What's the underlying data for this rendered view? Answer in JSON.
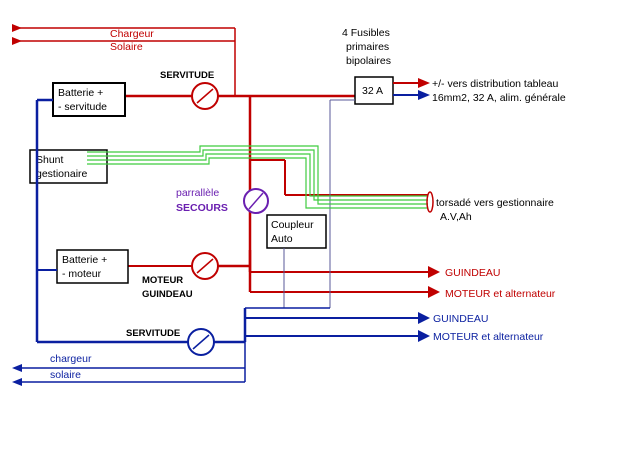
{
  "colors": {
    "red": "#c00000",
    "blue": "#0a1fa0",
    "green": "#3fcc3f",
    "purple": "#6a1fb0",
    "thin": "#5a5a9a",
    "black": "#000000"
  },
  "top_left": {
    "chargeur": "Chargeur",
    "solaire": "Solaire"
  },
  "fuses": {
    "title_line1": "4 Fusibles",
    "title_line2": "primaires",
    "title_line3": "bipolaires",
    "rating": "32 A"
  },
  "distribution": {
    "line1": "+/- vers distribution tableau",
    "line2": "16mm2, 32 A, alim. générale"
  },
  "battery_service": {
    "line1": "Batterie +",
    "line2": "- servitude"
  },
  "switch_servitude_top": "SERVITUDE",
  "shunt": {
    "line1": "Shunt",
    "line2": "gestionaire"
  },
  "parallel_switch": {
    "line1": "parrallèle",
    "line2": "SECOURS"
  },
  "coupler": {
    "line1": "Coupleur",
    "line2": "Auto"
  },
  "twisted_pair": {
    "line1": "torsadé vers gestionnaire",
    "line2": "A.V,Ah"
  },
  "battery_engine": {
    "line1": "Batterie +",
    "line2": "- moteur"
  },
  "switch_engine": {
    "line1": "MOTEUR",
    "line2": "GUINDEAU"
  },
  "outputs_red": {
    "guindeau": "GUINDEAU",
    "moteur": "MOTEUR et alternateur"
  },
  "outputs_blue": {
    "guindeau": "GUINDEAU",
    "moteur": "MOTEUR et alternateur"
  },
  "switch_servitude_bottom": "SERVITUDE",
  "bottom_left": {
    "chargeur": "chargeur",
    "solaire": "solaire"
  }
}
